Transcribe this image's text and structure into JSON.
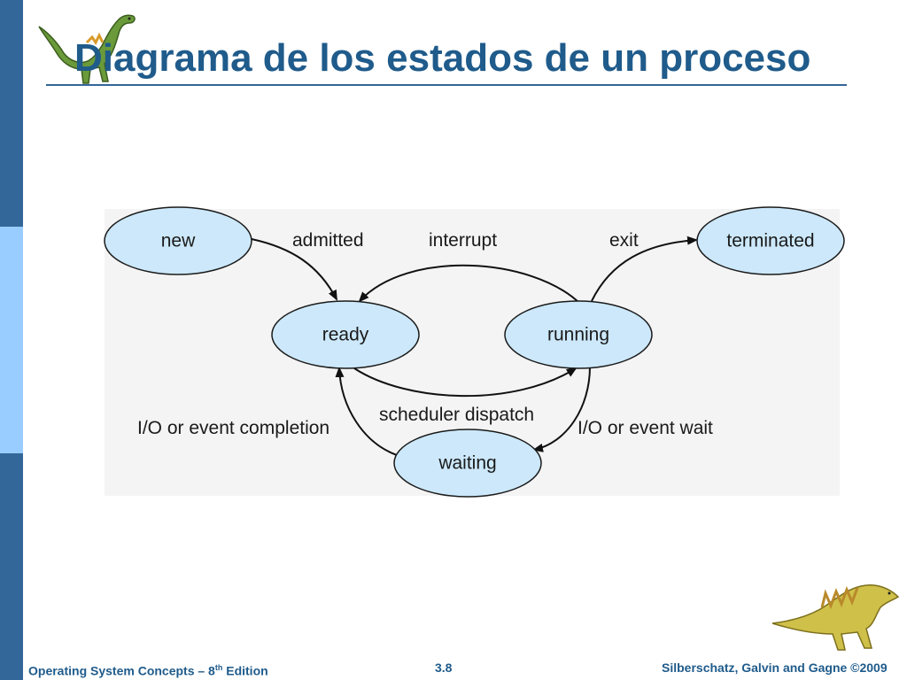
{
  "slide": {
    "title": "Diagrama de los estados de un proceso",
    "footer_left_prefix": "Operating System Concepts – 8",
    "footer_left_sup": "th",
    "footer_left_suffix": " Edition",
    "page_number": "3.8",
    "footer_right": "Silberschatz, Galvin and Gagne ©2009"
  },
  "diagram": {
    "states": {
      "new": "new",
      "ready": "ready",
      "running": "running",
      "waiting": "waiting",
      "terminated": "terminated"
    },
    "transitions": {
      "admitted": "admitted",
      "interrupt": "interrupt",
      "exit": "exit",
      "scheduler_dispatch": "scheduler dispatch",
      "io_event_completion": "I/O or event completion",
      "io_event_wait": "I/O or event wait"
    }
  },
  "colors": {
    "sidebar_dark": "#336699",
    "sidebar_light": "#99ccff",
    "title": "#1f5b8b",
    "rule": "#336699",
    "state_fill": "#cce8fa",
    "footer": "#1f5b8b"
  },
  "icons": {
    "top_left": "dinosaur-icon",
    "bottom_right": "dinosaur-icon"
  }
}
